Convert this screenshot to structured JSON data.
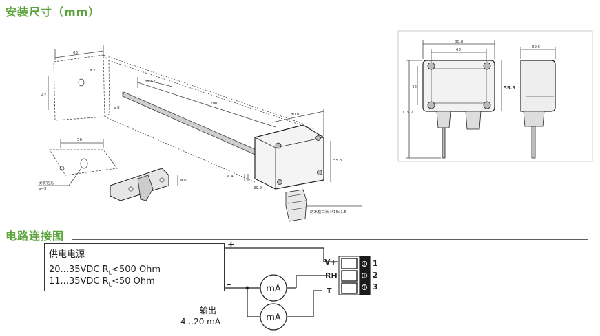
{
  "section1": {
    "title": "安装尺寸（mm）"
  },
  "section2": {
    "title": "电路连接图"
  },
  "dimensions": {
    "main": {
      "d63": "63",
      "d7": "ø 7",
      "d42": "42",
      "d3952": "39.52",
      "d8": "ø 8",
      "d200": "200",
      "d808": "80.8",
      "d553": "55.3",
      "d4": "ø 4",
      "d399": "39.9"
    },
    "bracket": {
      "d56": "56",
      "note1": "安装钻孔",
      "note2": "ø=5",
      "d6": "ø 6"
    },
    "gland": "防水格兰头 M16x1.5",
    "front": {
      "d808": "80.8",
      "d63": "63",
      "d42": "42",
      "d553": "55.3",
      "d1152": "115.2"
    },
    "side": {
      "d395": "39.5"
    }
  },
  "circuit": {
    "supply_label": "供电电源",
    "line1": "20...35VDC  R",
    "line1_sub": "L",
    "line1_val": "<500 Ohm",
    "line2": "11...35VDC  R",
    "line2_sub": "L",
    "line2_val": "<50 Ohm",
    "plus": "+",
    "minus": "–",
    "meter1": "mA",
    "meter2": "mA",
    "output_label": "输出",
    "output_range": "4...20 mA",
    "terminals": [
      {
        "label": "V+",
        "num": "1"
      },
      {
        "label": "RH",
        "num": "2"
      },
      {
        "label": "T",
        "num": "3"
      }
    ]
  }
}
